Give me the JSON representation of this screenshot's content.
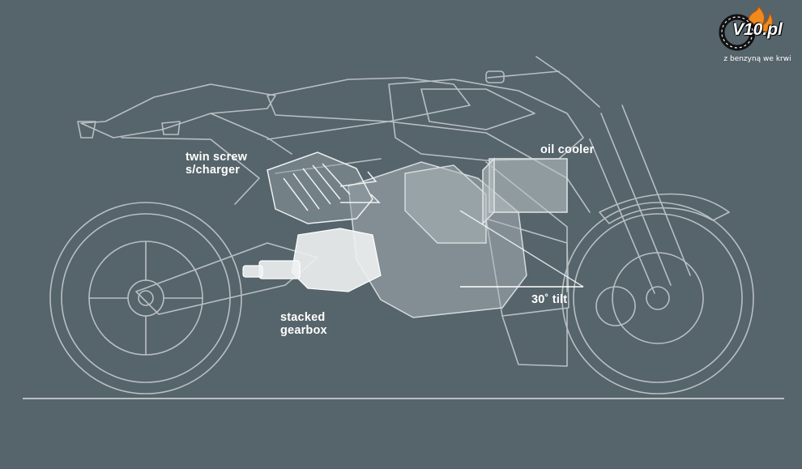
{
  "labels": {
    "supercharger_line1": "twin screw",
    "supercharger_line2": "s/charger",
    "oil_cooler": "oil cooler",
    "gearbox_line1": "stacked",
    "gearbox_line2": "gearbox",
    "tilt": "30˚ tilt"
  },
  "logo": {
    "name": "V10.pl",
    "tagline": "z benzyną we krwi"
  },
  "colors": {
    "background": "#56646b",
    "line": "#c9d0d3",
    "fill": "#aeb8bc",
    "label": "#ffffff",
    "logo_flame": "#f08a1c"
  }
}
